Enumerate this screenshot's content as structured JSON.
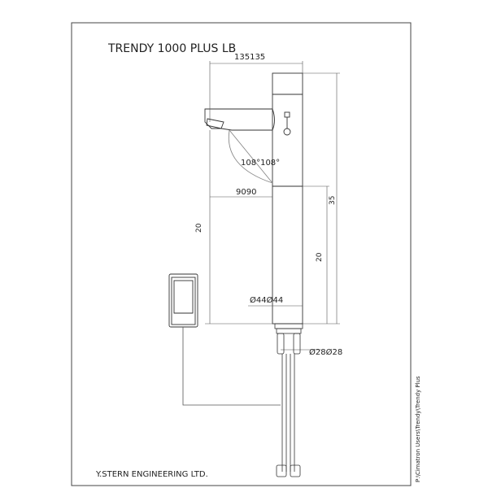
{
  "title": "TRENDY 1000 PLUS LB",
  "company": "Y.STERN ENGINEERING LTD.",
  "file_path": "P:\\Cimatron Users\\Trendy\\Trendy Plus",
  "dimensions": {
    "top_width": "135135",
    "spout_reach": "9090",
    "angle": "108°108°",
    "left_height": "20",
    "right_total_height": "35",
    "body_height": "20",
    "body_diameter": "Ø44Ø44",
    "shank_diameter": "Ø28Ø28"
  }
}
